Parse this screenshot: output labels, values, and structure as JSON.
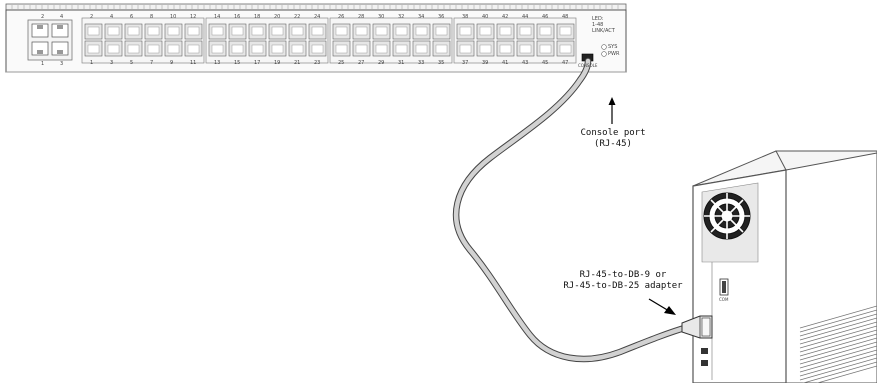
{
  "switch": {
    "led_label": "LED:\n1-48\nLINK/ACT",
    "sys_label": "SYS",
    "pwr_label": "PWR",
    "console_tag": "CONSOLE",
    "top_port_numbers": [
      "2",
      "4",
      "6",
      "8",
      "10",
      "12",
      "14",
      "16",
      "18",
      "20",
      "22",
      "24",
      "26",
      "28",
      "30",
      "32",
      "34",
      "36",
      "38",
      "40",
      "42",
      "44",
      "46",
      "48"
    ],
    "bottom_port_numbers": [
      "1",
      "3",
      "5",
      "7",
      "9",
      "11",
      "13",
      "15",
      "17",
      "19",
      "21",
      "23",
      "25",
      "27",
      "29",
      "31",
      "33",
      "35",
      "37",
      "39",
      "41",
      "43",
      "45",
      "47"
    ],
    "uplink_top": [
      "2",
      "4"
    ],
    "uplink_bottom": [
      "1",
      "3"
    ]
  },
  "annotations": {
    "console_port_line1": "Console port",
    "console_port_line2": "(RJ-45)",
    "adapter_line1": "RJ-45-to-DB-9 or",
    "adapter_line2": "RJ-45-to-DB-25 adapter"
  },
  "pc": {
    "serial_tag": "COM"
  },
  "colors": {
    "outline": "#555555",
    "cable": "#c8c8c8",
    "port_fill": "#e6e6e6",
    "text": "#111111"
  }
}
